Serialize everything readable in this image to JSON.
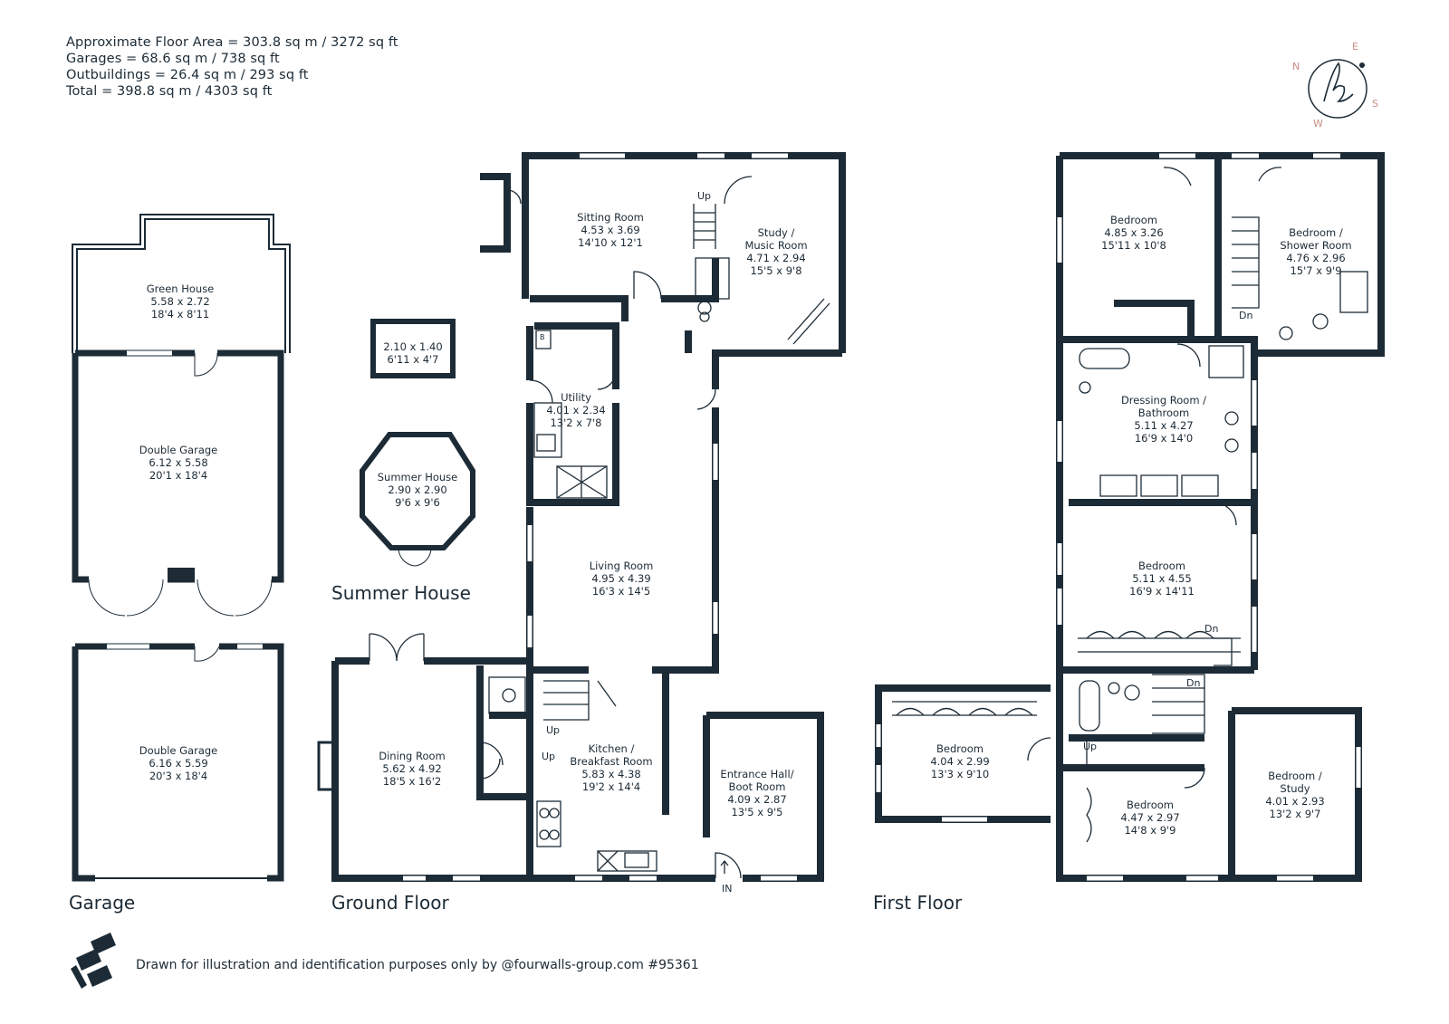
{
  "summary": {
    "floor_area": "Approximate Floor Area = 303.8 sq m / 3272 sq ft",
    "garages": "Garages = 68.6 sq m / 738 sq ft",
    "outbuildings": "Outbuildings = 26.4 sq m / 293 sq ft",
    "total": "Total = 398.8 sq m / 4303 sq ft"
  },
  "compass": {
    "north": "N",
    "east": "E",
    "south": "S",
    "west": "W"
  },
  "sections": {
    "garage": "Garage",
    "summer_house": "Summer House",
    "ground_floor": "Ground Floor",
    "first_floor": "First Floor"
  },
  "rooms": {
    "green_house": {
      "name": "Green House",
      "metric": "5.58 x 2.72",
      "imperial": "18'4 x 8'11"
    },
    "double_garage_1": {
      "name": "Double Garage",
      "metric": "6.12 x 5.58",
      "imperial": "20'1 x 18'4"
    },
    "double_garage_2": {
      "name": "Double Garage",
      "metric": "6.16 x 5.59",
      "imperial": "20'3 x 18'4"
    },
    "store": {
      "metric": "2.10 x 1.40",
      "imperial": "6'11 x 4'7"
    },
    "summer_house": {
      "name": "Summer House",
      "metric": "2.90 x 2.90",
      "imperial": "9'6 x 9'6"
    },
    "sitting_room": {
      "name": "Sitting Room",
      "metric": "4.53 x 3.69",
      "imperial": "14'10 x 12'1"
    },
    "study_music": {
      "name_line1": "Study /",
      "name_line2": "Music Room",
      "metric": "4.71 x 2.94",
      "imperial": "15'5 x 9'8"
    },
    "utility": {
      "name": "Utility",
      "metric": "4.01 x 2.34",
      "imperial": "13'2 x 7'8"
    },
    "living_room": {
      "name": "Living Room",
      "metric": "4.95 x 4.39",
      "imperial": "16'3 x 14'5"
    },
    "dining_room": {
      "name": "Dining Room",
      "metric": "5.62 x 4.92",
      "imperial": "18'5 x 16'2"
    },
    "kitchen": {
      "name_line1": "Kitchen /",
      "name_line2": "Breakfast Room",
      "metric": "5.83 x 4.38",
      "imperial": "19'2 x 14'4"
    },
    "entrance_hall": {
      "name_line1": "Entrance Hall/",
      "name_line2": "Boot Room",
      "metric": "4.09 x 2.87",
      "imperial": "13'5 x 9'5"
    },
    "bedroom_a": {
      "name": "Bedroom",
      "metric": "4.85 x 3.26",
      "imperial": "15'11 x 10'8"
    },
    "bedroom_shower": {
      "name_line1": "Bedroom /",
      "name_line2": "Shower Room",
      "metric": "4.76 x 2.96",
      "imperial": "15'7 x 9'9"
    },
    "dressing_room": {
      "name_line1": "Dressing Room /",
      "name_line2": "Bathroom",
      "metric": "5.11 x 4.27",
      "imperial": "16'9 x 14'0"
    },
    "bedroom_b": {
      "name": "Bedroom",
      "metric": "5.11 x 4.55",
      "imperial": "16'9 x 14'11"
    },
    "bedroom_c": {
      "name": "Bedroom",
      "metric": "4.04 x 2.99",
      "imperial": "13'3 x 9'10"
    },
    "bedroom_d": {
      "name": "Bedroom",
      "metric": "4.47 x 2.97",
      "imperial": "14'8 x 9'9"
    },
    "bedroom_study": {
      "name_line1": "Bedroom /",
      "name_line2": "Study",
      "metric": "4.01 x 2.93",
      "imperial": "13'2 x 9'7"
    }
  },
  "annotations": {
    "up": "Up",
    "dn": "Dn",
    "in": "IN",
    "appliance": "B"
  },
  "footer": "Drawn for illustration and identification purposes only by @fourwalls-group.com #95361",
  "colors": {
    "wall": "#1c2b36",
    "compass_letters": "#c98e85"
  }
}
